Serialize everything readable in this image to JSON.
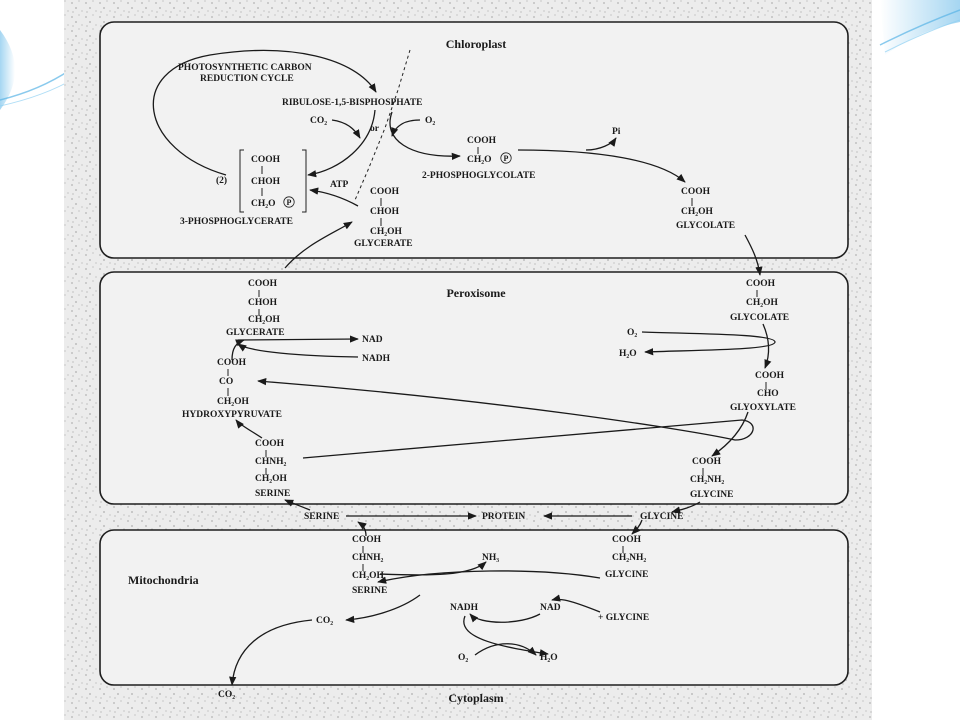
{
  "compartments": {
    "chloroplast": "Chloroplast",
    "peroxisome": "Peroxisome",
    "mitochondria": "Mitochondria",
    "cytoplasm": "Cytoplasm"
  },
  "chloroplast": {
    "cycle_line1": "PHOTOSYNTHETIC CARBON",
    "cycle_line2": "REDUCTION CYCLE",
    "rubp": "RIBULOSE-1,5-BISPHOSPHATE",
    "co2": "CO₂",
    "or": "or",
    "o2": "O₂",
    "pga_coef": "(2)",
    "pga_r1": "COOH",
    "pga_r2": "CHOH",
    "pga_r3": "CH₂O",
    "pga_name": "3-PHOSPHOGLYCERATE",
    "atp": "ATP",
    "gla_r1": "COOH",
    "gla_r2": "CHOH",
    "gla_r3": "CH₂OH",
    "gla_name": "GLYCERATE",
    "pgc_r1": "COOH",
    "pgc_r2": "CH₂O",
    "pgc_name": "2-PHOSPHOGLYCOLATE",
    "pi": "Pi",
    "glc_r1": "COOH",
    "glc_r2": "CH₂OH",
    "glc_name": "GLYCOLATE",
    "phosphate_symbol": "P"
  },
  "peroxisome": {
    "gla_r1": "COOH",
    "gla_r2": "CHOH",
    "gla_r3": "CH₂OH",
    "gla_name": "GLYCERATE",
    "nad": "NAD",
    "nadh": "NADH",
    "hp_r1": "COOH",
    "hp_r2": "CO",
    "hp_r3": "CH₂OH",
    "hp_name": "HYDROXYPYRUVATE",
    "ser_r1": "COOH",
    "ser_r2": "CHNH₂",
    "ser_r3": "CH₂OH",
    "ser_name": "SERINE",
    "glc_r1": "COOH",
    "glc_r2": "CH₂OH",
    "glc_name": "GLYCOLATE",
    "o2": "O₂",
    "h2o": "H₂O",
    "gxy_r1": "COOH",
    "gxy_r2": "CHO",
    "gxy_name": "GLYOXYLATE",
    "gly_r1": "COOH",
    "gly_r2": "CH₂NH₂",
    "gly_name": "GLYCINE"
  },
  "cytoplasm_row": {
    "serine": "SERINE",
    "protein": "PROTEIN",
    "glycine": "GLYCINE"
  },
  "mitochondria": {
    "ser_r1": "COOH",
    "ser_r2": "CHNH₂",
    "ser_r3": "CH₂OH",
    "ser_name": "SERINE",
    "nh3": "NH₃",
    "gly_r1": "COOH",
    "gly_r2": "CH₂NH₂",
    "gly_name": "GLYCINE",
    "nadh": "NADH",
    "nad": "NAD",
    "plus_glycine": "+ GLYCINE",
    "co2": "CO₂",
    "o2": "O₂",
    "h2o": "H₂O"
  },
  "cytoplasm": {
    "co2": "CO₂"
  },
  "colors": {
    "slide_bg": "#ffffff",
    "page_bg": "#ececec",
    "box_bg": "#f2f2f2",
    "ink": "#1a1a1a",
    "accent_blue": "#59b3e6"
  }
}
